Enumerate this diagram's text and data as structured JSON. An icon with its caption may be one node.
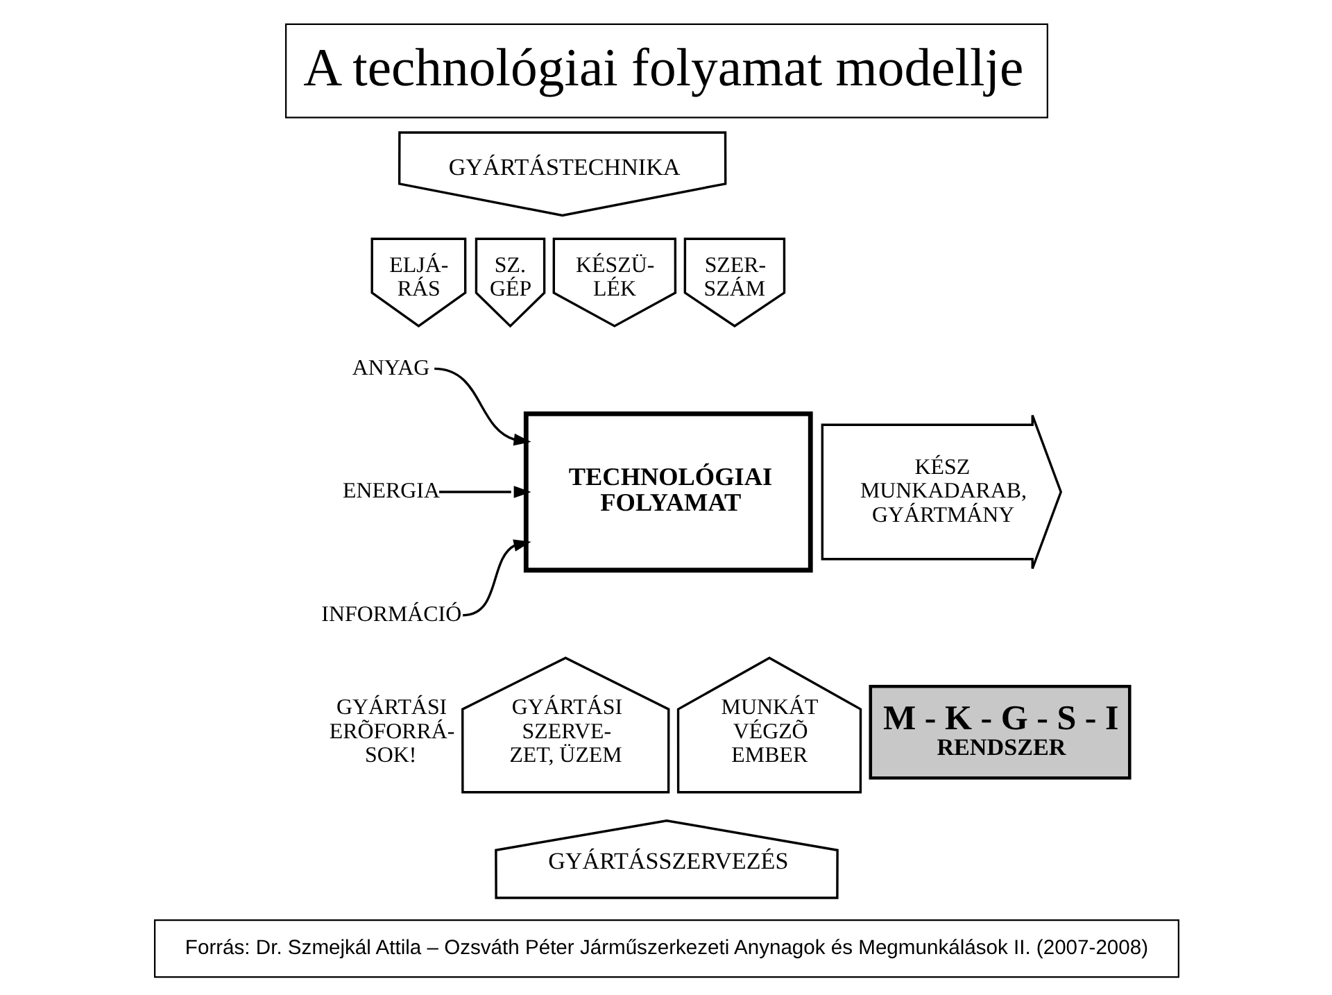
{
  "diagram": {
    "title": "A technológiai folyamat modellje",
    "caption": "Forrás: Dr. Szmejkál Attila – Ozsváth Péter Járműszerkezeti Anynagok és Megmunkálások II. (2007-2008)",
    "nodes": [
      {
        "text": [
          "GYÁRTÁSTECHNIKA"
        ]
      },
      {
        "text": [
          "ELJÁ- RÁS"
        ]
      },
      {
        "text": [
          "SZ. GÉP"
        ]
      },
      {
        "text": [
          "KÉSZÜ- LÉK"
        ]
      },
      {
        "text": [
          "SZER- SZÁM"
        ]
      },
      {
        "text": [
          "ANYAG"
        ]
      },
      {
        "text": [
          "ENERGIA"
        ]
      },
      {
        "text": [
          "INFORMÁCIÓ"
        ]
      },
      {
        "text": [
          "TECHNOLÓGIAI FOLYAMAT"
        ]
      },
      {
        "text": [
          "KÉSZ MUNKADARAB, GYÁRTMÁNY"
        ]
      },
      {
        "text": [
          "GYÁRTÁSI SZERVE- ZET, ÜZEM"
        ]
      },
      {
        "text": [
          "MUNKÁT VÉGZÕ EMBER"
        ]
      },
      {
        "text": [
          "M - K - G - S - I",
          "RENDSZER"
        ]
      },
      {
        "text": [
          "GYÁRTÁSSZERVEZÉS"
        ]
      }
    ],
    "edges": [
      {
        "from": 5,
        "to": 8,
        "arrow": "to"
      },
      {
        "from": 6,
        "to": 8,
        "arrow": "to"
      },
      {
        "from": 7,
        "to": 8,
        "arrow": "to"
      }
    ],
    "labels": [
      "GYÁRTÁSI ERÕFORRÁ- SOK!"
    ]
  }
}
